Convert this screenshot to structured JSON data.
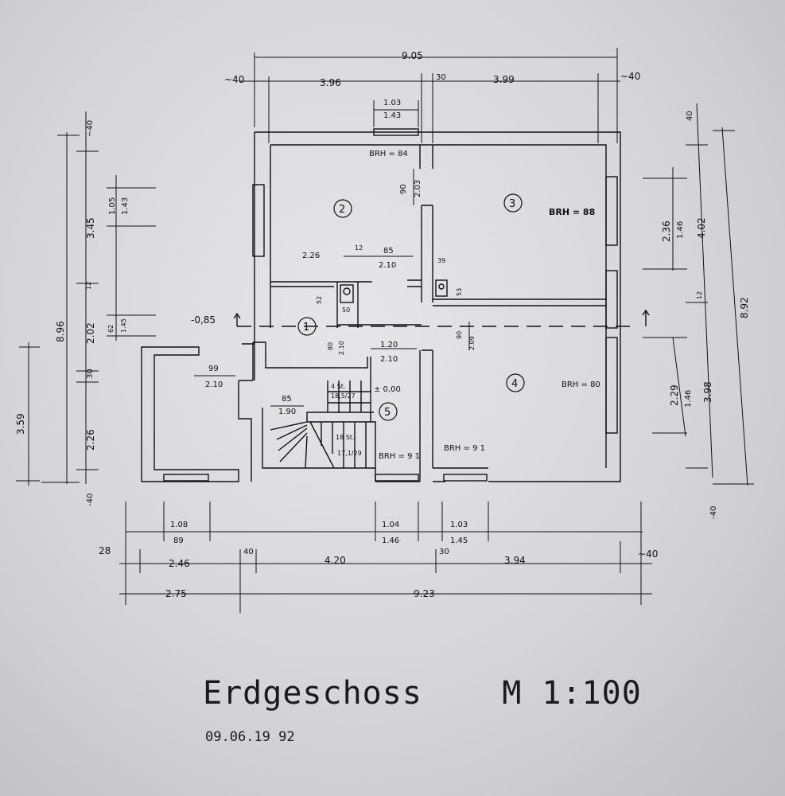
{
  "title": "Erdgeschoss    M 1:100",
  "date": "09.06.19 92",
  "rooms": {
    "r1": "1",
    "r2": "2",
    "r3": "3",
    "r4": "4",
    "r5": "5"
  },
  "labels": {
    "brh_top": "BRH = 84",
    "brh_r3": "BRH = 88",
    "brh_r4": "BRH = 80",
    "brh_stair": "BRH = 9 1",
    "brh_r4b": "BRH = 9 1",
    "level_entry": "-0,85",
    "level_zero": "± 0,00",
    "stair_a": "4 St.",
    "stair_b": "18,5/27",
    "stair_c": "18 St.",
    "stair_d": "17,1/29"
  },
  "dims_top": {
    "overall": "9.05",
    "left_proj": "~40",
    "left_span": "3.96",
    "mid": "30",
    "right_span": "3.99",
    "right_proj": "~40",
    "win_a": "1.03",
    "win_b": "1.43"
  },
  "dims_bottom": {
    "w1a": "1.08",
    "w1b": "89",
    "w2a": "1.04",
    "w2b": "1.46",
    "w3a": "1.03",
    "w3b": "1.45",
    "p28": "28",
    "s246": "2.46",
    "s40": "40",
    "s420": "4.20",
    "s30": "30",
    "s394": "3.94",
    "s40r": "~40",
    "s275": "2.75",
    "s923": "9.23"
  },
  "dims_left": {
    "top40": "~40",
    "d345": "3.45",
    "d12": "12",
    "d202": "2.02",
    "d30": "30",
    "d226": "2.26",
    "bot40": "-40",
    "overall": "8.96",
    "d105": "1.05",
    "d143": "1.43",
    "d62": "62",
    "d145": "1.45",
    "d359": "3.59"
  },
  "dims_right": {
    "top40": "40",
    "d402": "4.02",
    "d12": "12",
    "d398": "3.98",
    "bot40": "-40",
    "overall": "8.92",
    "d236": "2.36",
    "d146a": "1.46",
    "d229": "2.29",
    "d146b": "1.46"
  },
  "dims_inner": {
    "d90a": "90",
    "d203": "2.03",
    "d226i": "2.26",
    "d12i": "12",
    "d85": "85",
    "d210a": "2.10",
    "d39": "39",
    "d53": "53",
    "d52": "52",
    "d50": "50",
    "d80": "80",
    "d210b": "2.10",
    "d90b": "90",
    "d209": "2.09",
    "d120": "1.20",
    "d210c": "2.10",
    "d99": "99",
    "d210d": "2.10",
    "d85b": "85",
    "d190": "1.90"
  }
}
